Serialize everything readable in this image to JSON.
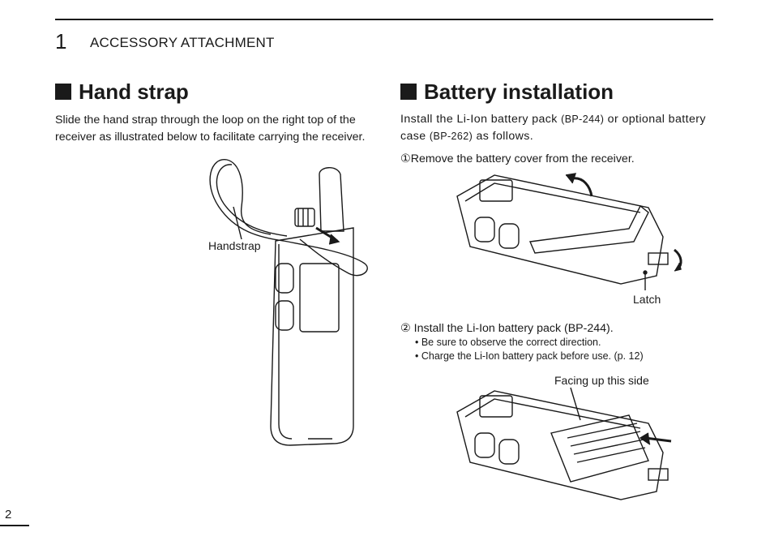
{
  "header": {
    "chapter_number": "1",
    "chapter_title": "ACCESSORY ATTACHMENT"
  },
  "hand_strap": {
    "title": "Hand strap",
    "body_line1": "Slide the hand strap through the loop on the right top of the",
    "body_line2": "receiver as illustrated below to facilitate carrying the receiver.",
    "label_handstrap": "Handstrap"
  },
  "battery": {
    "title": "Battery installation",
    "intro_a": "Install the Li-Ion battery pack ",
    "intro_model1": "(BP-244)",
    "intro_b": " or optional battery",
    "intro_c": "case ",
    "intro_model2": "(BP-262)",
    "intro_d": " as follows.",
    "step1": "①Remove the battery cover from the receiver.",
    "label_latch": "Latch",
    "step2": "② Install the Li-Ion battery pack (BP-244).",
    "bullets": [
      "• Be sure to observe the correct direction.",
      "• Charge the Li-Ion battery pack before use. (p. 12)"
    ],
    "label_facing": "Facing up this side"
  },
  "footer": {
    "page_number": "2"
  }
}
